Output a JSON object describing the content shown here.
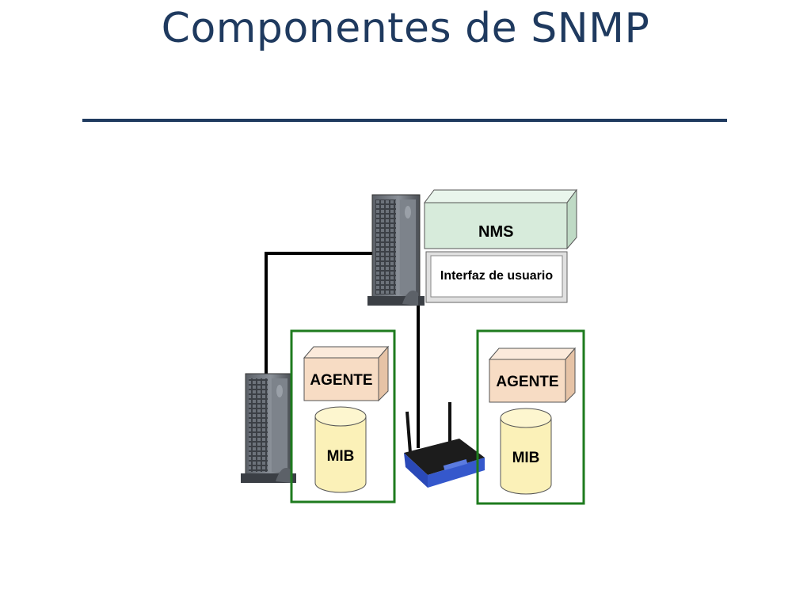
{
  "slide": {
    "title": "Componentes de SNMP",
    "rule": "___________________________"
  },
  "diagram": {
    "nms_label": "NMS",
    "interface_label": "Interfaz de usuario",
    "agent_left_label": "AGENTE",
    "mib_left_label": "MIB",
    "agent_right_label": "AGENTE",
    "mib_right_label": "MIB"
  },
  "colors": {
    "title": "#1f3a5f",
    "nms_box": "#d7ebdb",
    "agent_box": "#f7dcc4",
    "mib_cylinder": "#fbf1b8",
    "agent_frame": "#1e7b1e",
    "router": "#2a49b8",
    "cable": "#000000"
  },
  "icons": [
    "server-tower-icon",
    "wireless-router-icon"
  ]
}
